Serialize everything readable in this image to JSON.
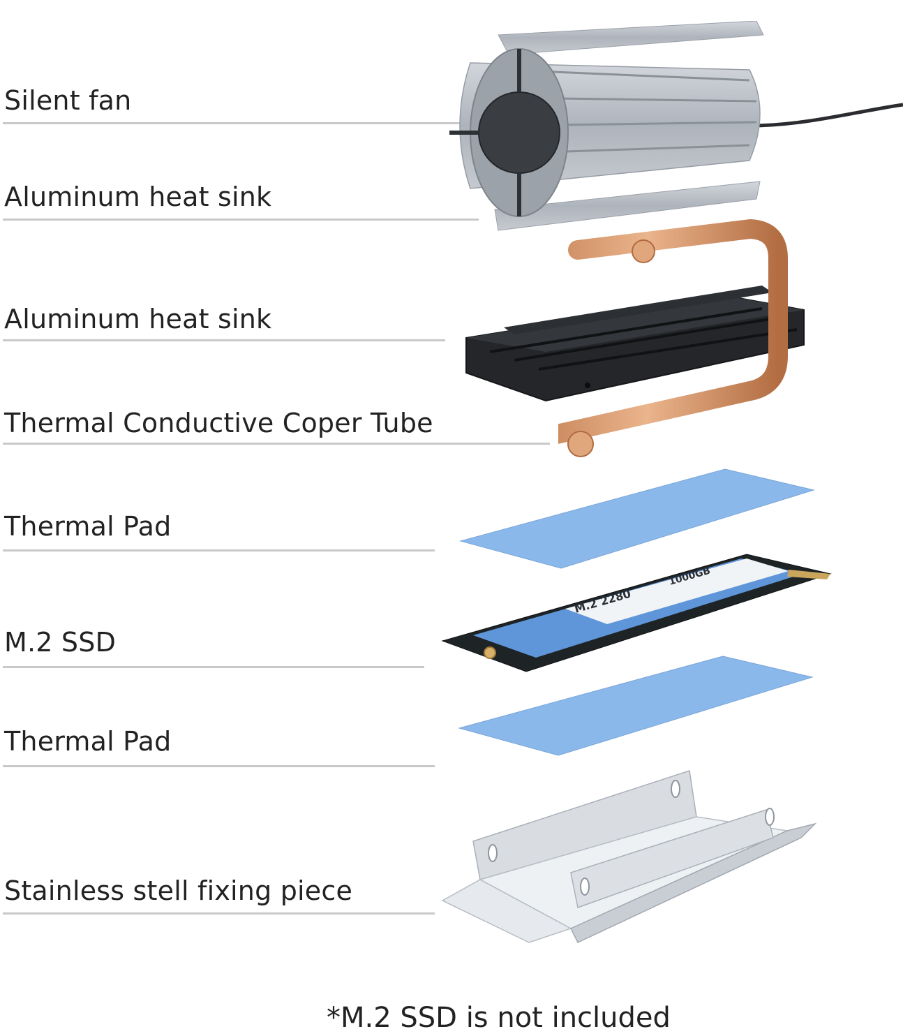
{
  "labels": [
    "Silent fan",
    "Aluminum heat sink",
    "Aluminum heat sink",
    "Thermal Conductive Coper Tube",
    "Thermal Pad",
    "M.2 SSD",
    "Thermal Pad",
    "Stainless stell fixing piece"
  ],
  "ssd_text": {
    "form_factor": "M.2 2280",
    "capacity": "1000GB"
  },
  "footnote": "*M.2 SSD is not included",
  "colors": {
    "rule": "#c9c9c9",
    "aluminum": "#b9bec6",
    "fan": "#3a3d42",
    "black_sink": "#24262a",
    "copper": "#d79a6e",
    "pad_blue": "#8ab8ea",
    "steel": "#dde2e7"
  }
}
